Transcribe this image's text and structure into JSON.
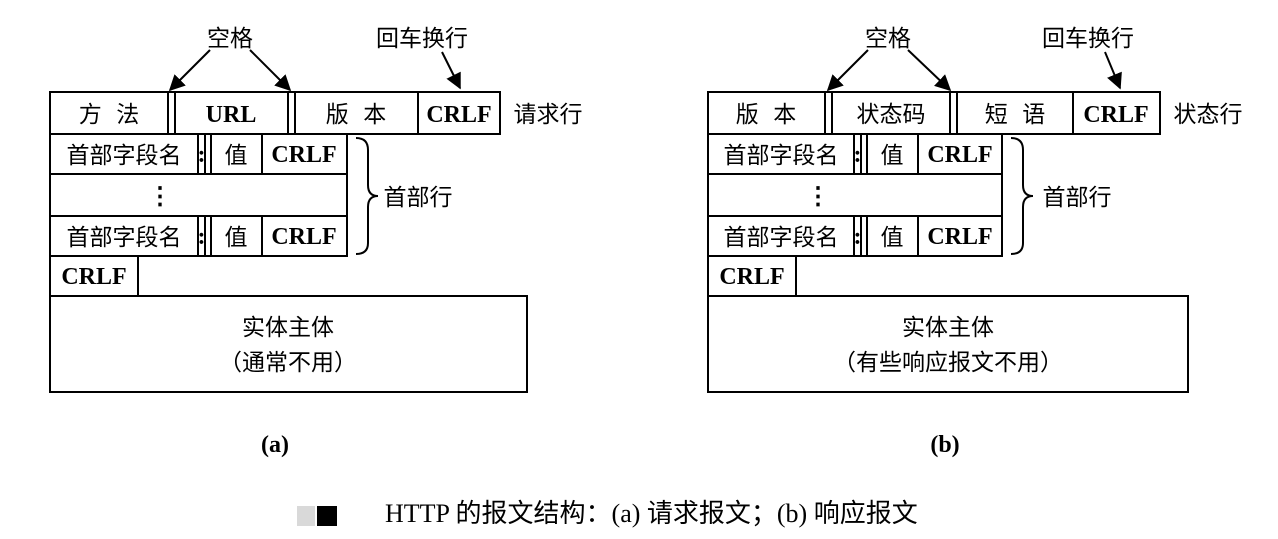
{
  "diagram": {
    "label_space": "空格",
    "label_crlf_top": "回车换行",
    "crlf": "CRLF",
    "colon": ":",
    "ellipsis": "⋮",
    "header_name": "首部字段名",
    "value": "值",
    "header_lines": "首部行"
  },
  "request": {
    "method": "方  法",
    "url": "URL",
    "version": "版  本",
    "line_label": "请求行",
    "body_line1": "实体主体",
    "body_line2": "（通常不用）",
    "sublabel": "(a)"
  },
  "response": {
    "version": "版  本",
    "status_code": "状态码",
    "phrase": "短  语",
    "line_label": "状态行",
    "body_line1": "实体主体",
    "body_line2": "（有些响应报文不用）",
    "sublabel": "(b)"
  },
  "caption": {
    "text": "HTTP 的报文结构：(a) 请求报文；(b) 响应报文",
    "marker_colors": [
      "#d9d9d9",
      "#000000"
    ]
  }
}
